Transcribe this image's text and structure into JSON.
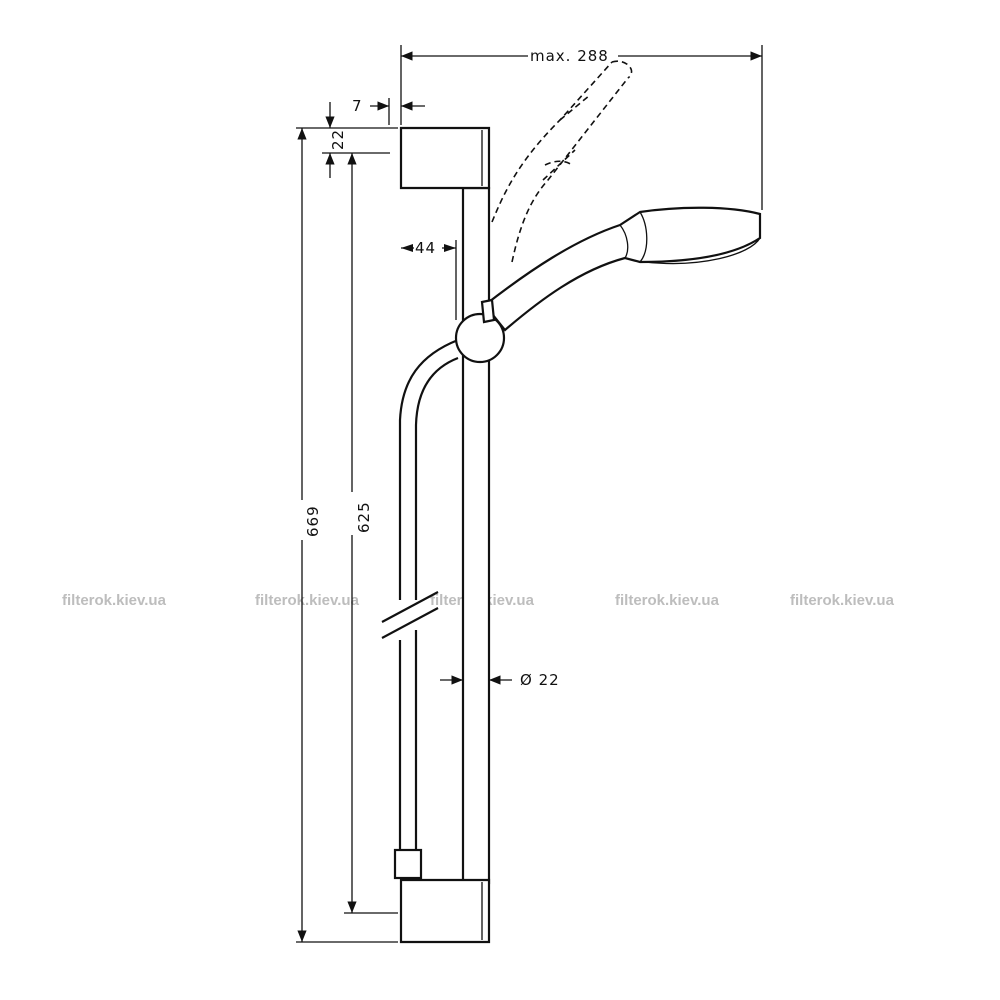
{
  "dimensions": {
    "max_width": "max. 288",
    "top_offset": "7",
    "bracket_height": "22",
    "bar_offset": "44",
    "total_height": "669",
    "bar_length": "625",
    "bar_diameter": "Ø 22"
  },
  "watermark": "filterok.kiev.ua"
}
